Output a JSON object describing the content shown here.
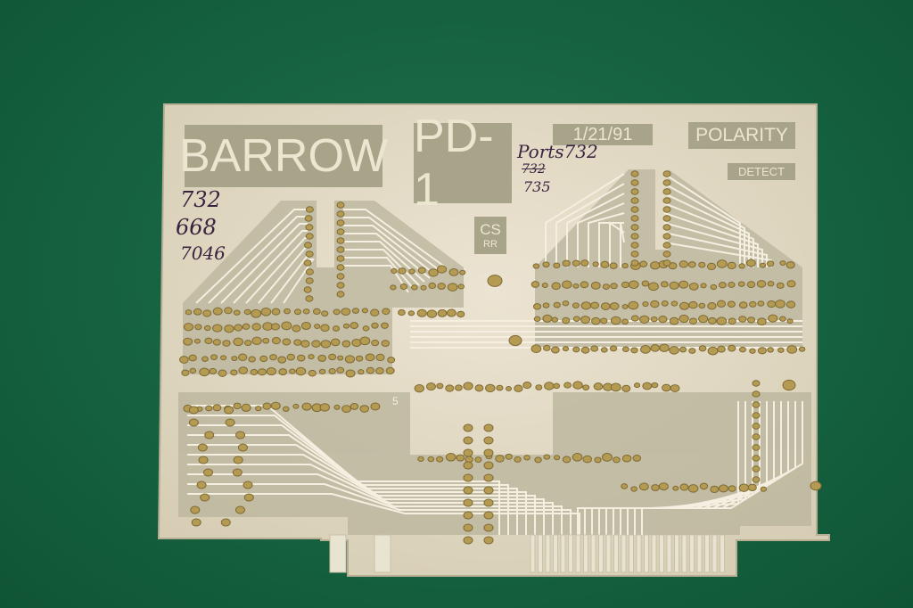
{
  "board": {
    "name_label": "BARROW",
    "model_label": "PD-1",
    "date_label": "1/21/91",
    "polarity_label": "POLARITY",
    "detect_label": "DETECT",
    "cs_label": "CS",
    "rr_label": "RR",
    "silk_number": "5"
  },
  "handwriting": {
    "left_numbers": [
      "732",
      "668",
      "7046"
    ],
    "ports_label": "Ports732",
    "ports_struck": "732",
    "ports_new": "735"
  },
  "colors": {
    "cloth": "#17623f",
    "board": "#e8dfcc",
    "copper_mask": "#a8a48a",
    "solder": "#b59a52"
  }
}
